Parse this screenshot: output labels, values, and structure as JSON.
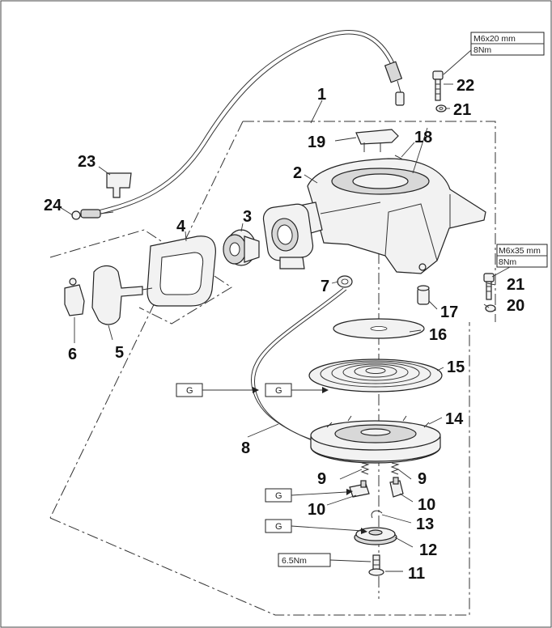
{
  "callouts": {
    "c1": "1",
    "c2": "2",
    "c3": "3",
    "c4": "4",
    "c5": "5",
    "c6": "6",
    "c7": "7",
    "c8": "8",
    "c9a": "9",
    "c9b": "9",
    "c10a": "10",
    "c10b": "10",
    "c11": "11",
    "c12": "12",
    "c13": "13",
    "c14": "14",
    "c15": "15",
    "c16": "16",
    "c17": "17",
    "c18": "18",
    "c19": "19",
    "c20": "20",
    "c21a": "21",
    "c21b": "21",
    "c22": "22",
    "c23": "23",
    "c24": "24"
  },
  "specs": {
    "bolt_top_size": "M6x20 mm",
    "bolt_top_torque": "8Nm",
    "bolt_right_size": "M6x35 mm",
    "bolt_right_torque": "8Nm",
    "screw_torque": "6.5Nm"
  },
  "grease_labels": {
    "g1": "G",
    "g2": "G",
    "g3": "G",
    "g4": "G"
  }
}
